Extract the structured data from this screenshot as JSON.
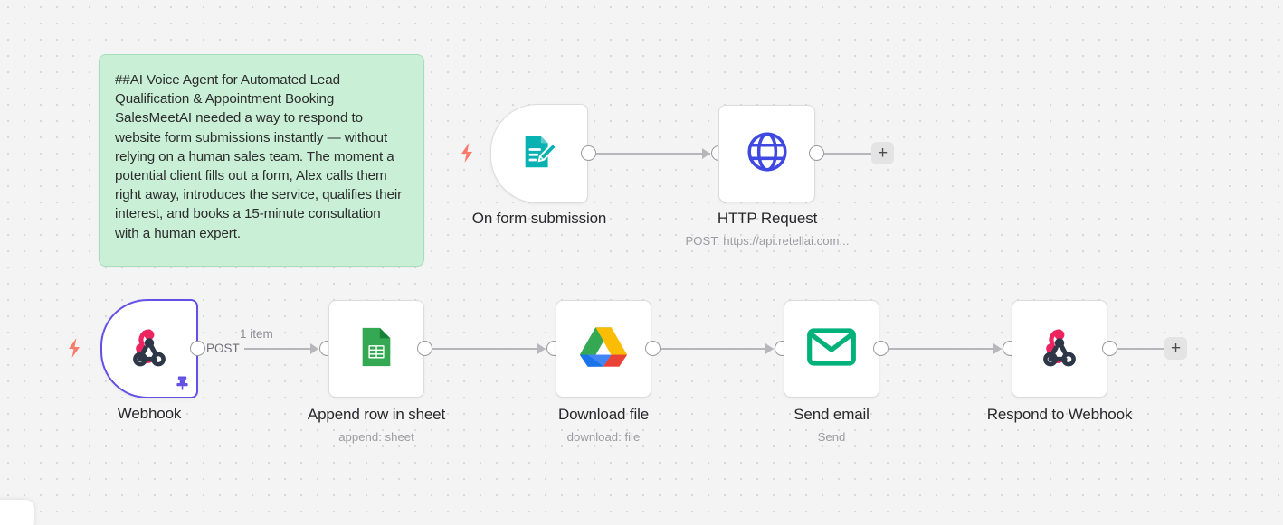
{
  "canvas": {
    "background_color": "#f4f4f4",
    "dot_color": "#d9d9d9"
  },
  "sticky_note": {
    "color": "#c9f0d7",
    "border_color": "#a8ddbb",
    "text": "##AI Voice Agent for Automated Lead Qualification & Appointment Booking SalesMeetAI needed a way to respond to website form submissions instantly — without relying on a human sales team. The moment a potential client fills out a form, Alex calls them right away, introduces the service, qualifies their interest, and books a 15-minute consultation with a human expert."
  },
  "nodes": [
    {
      "id": "on-form-submission",
      "label": "On form submission",
      "subtitle": "",
      "icon": "form-trigger-icon",
      "icon_color": "#09b2b2",
      "type": "trigger",
      "selected": false,
      "pinned": false
    },
    {
      "id": "http-request",
      "label": "HTTP Request",
      "subtitle": "POST: https://api.retellai.com...",
      "icon": "globe-icon",
      "icon_color": "#3f48e0",
      "type": "action",
      "selected": false,
      "pinned": false
    },
    {
      "id": "webhook",
      "label": "Webhook",
      "subtitle": "",
      "icon": "webhook-icon",
      "icon_color": "#ec2561",
      "type": "trigger",
      "selected": true,
      "pinned": true
    },
    {
      "id": "append-row-in-sheet",
      "label": "Append row in sheet",
      "subtitle": "append: sheet",
      "icon": "google-sheets-icon",
      "icon_color": "#34a853",
      "type": "action",
      "selected": false,
      "pinned": false
    },
    {
      "id": "download-file",
      "label": "Download file",
      "subtitle": "download: file",
      "icon": "google-drive-icon",
      "icon_color": "#fbbc04",
      "type": "action",
      "selected": false,
      "pinned": false
    },
    {
      "id": "send-email",
      "label": "Send email",
      "subtitle": "Send",
      "icon": "envelope-icon",
      "icon_color": "#00b27a",
      "type": "action",
      "selected": false,
      "pinned": false
    },
    {
      "id": "respond-to-webhook",
      "label": "Respond to Webhook",
      "subtitle": "",
      "icon": "webhook-icon",
      "icon_color": "#ec2561",
      "type": "action",
      "selected": false,
      "pinned": false
    }
  ],
  "connections": {
    "webhook_method_label": "POST",
    "items_label": "1 item"
  },
  "buttons": {
    "add_node_label": "+"
  }
}
